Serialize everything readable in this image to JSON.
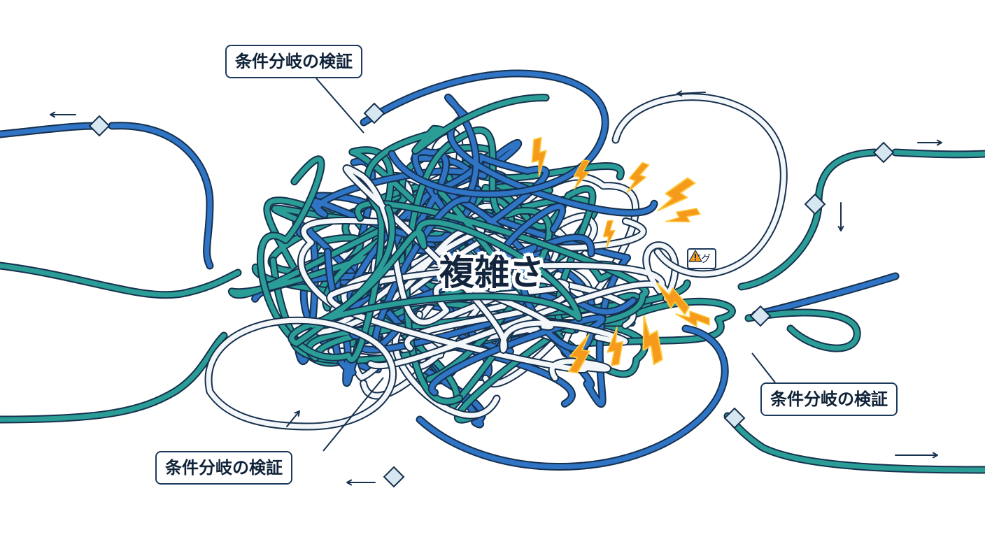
{
  "center_label": "複雑さ",
  "callouts": [
    {
      "label": "条件分岐の検証"
    },
    {
      "label": "条件分岐の検証"
    },
    {
      "label": "条件分岐の検証"
    }
  ],
  "bug_badge": {
    "label": "バグ",
    "icon": "warning-icon"
  },
  "colors": {
    "teal": "#2a9d96",
    "blue": "#2f74c5",
    "white": "#f4f7fa",
    "outline": "#16304d",
    "spark_orange": "#f59a1b",
    "spark_yellow": "#ffc93c",
    "node_fill": "#d7e7f2"
  },
  "icons": [
    "diamond-node-icon",
    "arrow-icon",
    "lightning-spark-icon"
  ]
}
